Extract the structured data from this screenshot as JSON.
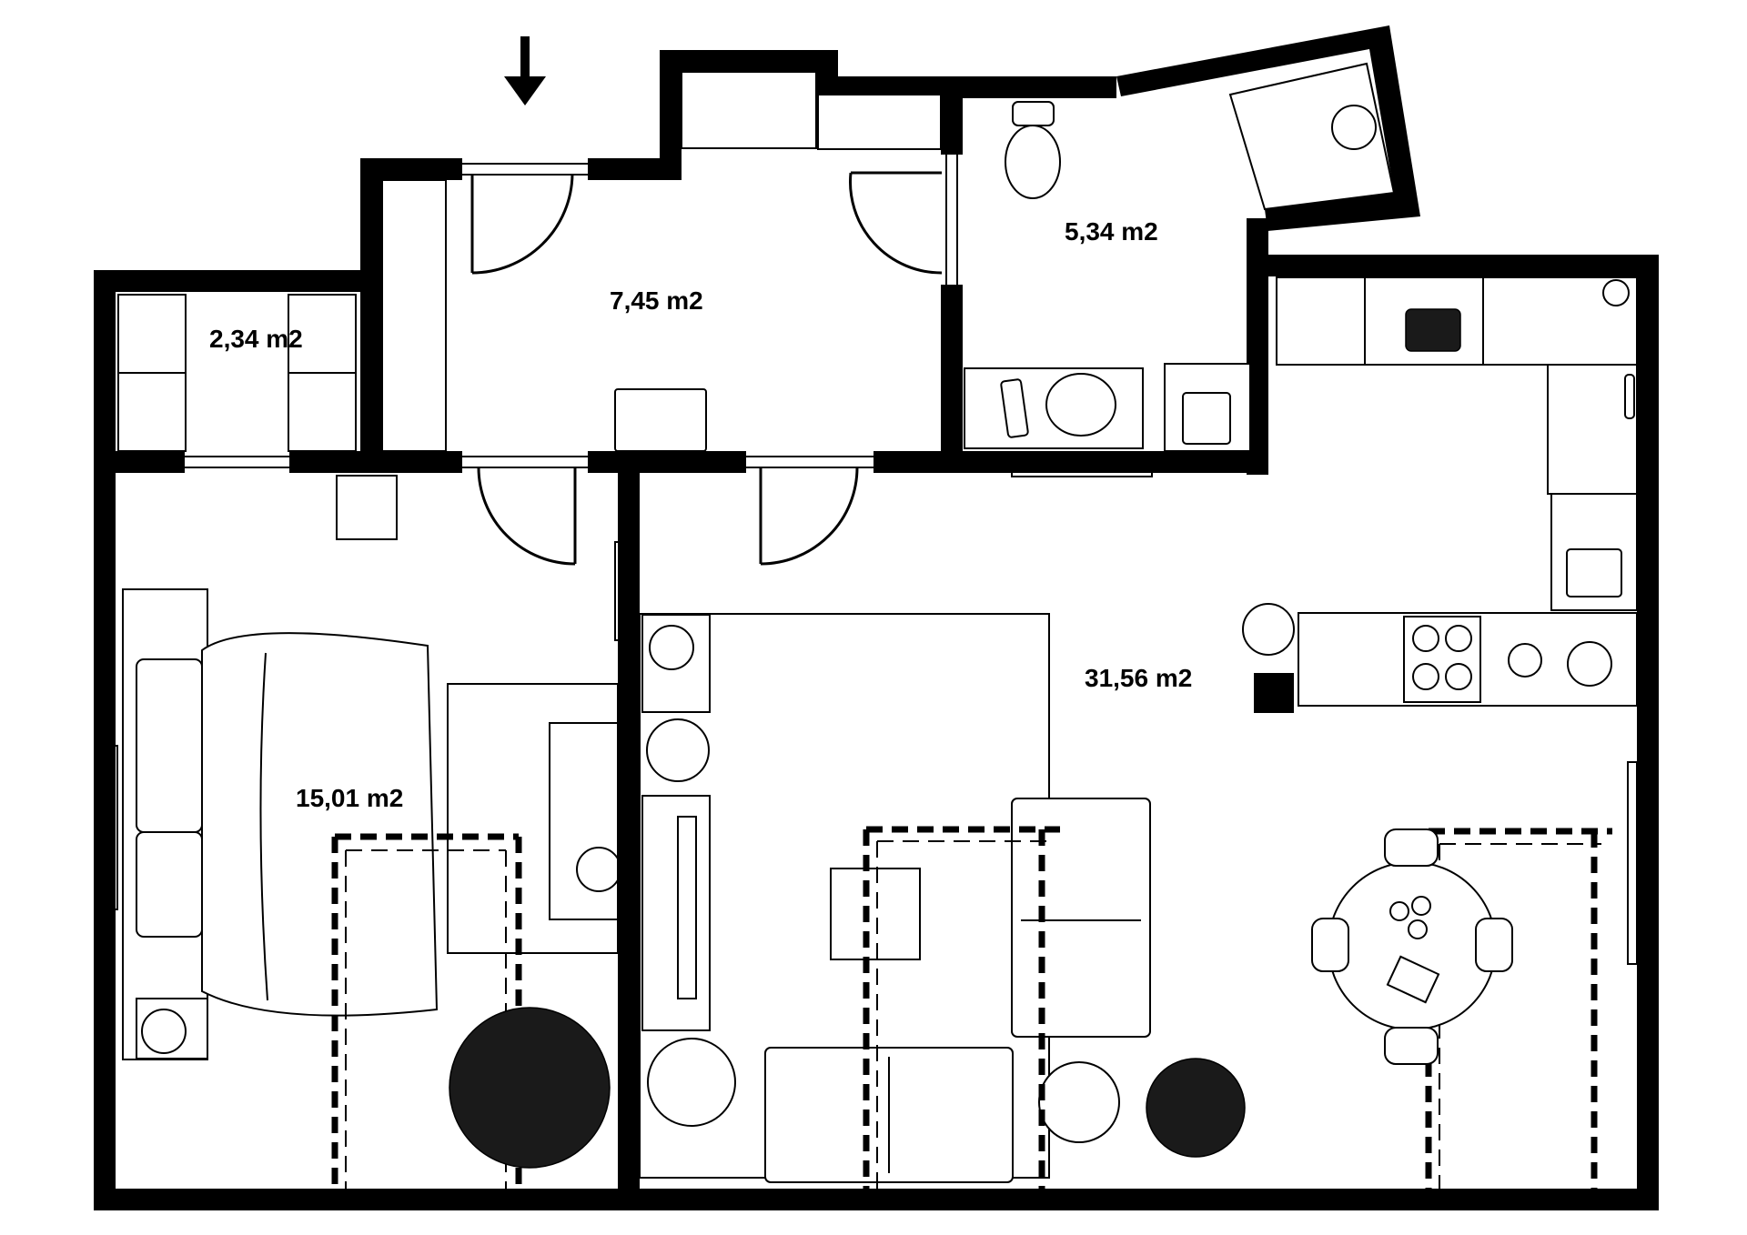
{
  "rooms": [
    {
      "id": "storage",
      "area": "2,34 m2"
    },
    {
      "id": "hall",
      "area": "7,45 m2"
    },
    {
      "id": "bathroom",
      "area": "5,34 m2"
    },
    {
      "id": "bedroom",
      "area": "15,01 m2"
    },
    {
      "id": "living",
      "area": "31,56 m2"
    }
  ],
  "entrance": {
    "icon": "entrance-arrow-icon"
  },
  "colors": {
    "walls": "#000000",
    "background": "#ffffff"
  }
}
